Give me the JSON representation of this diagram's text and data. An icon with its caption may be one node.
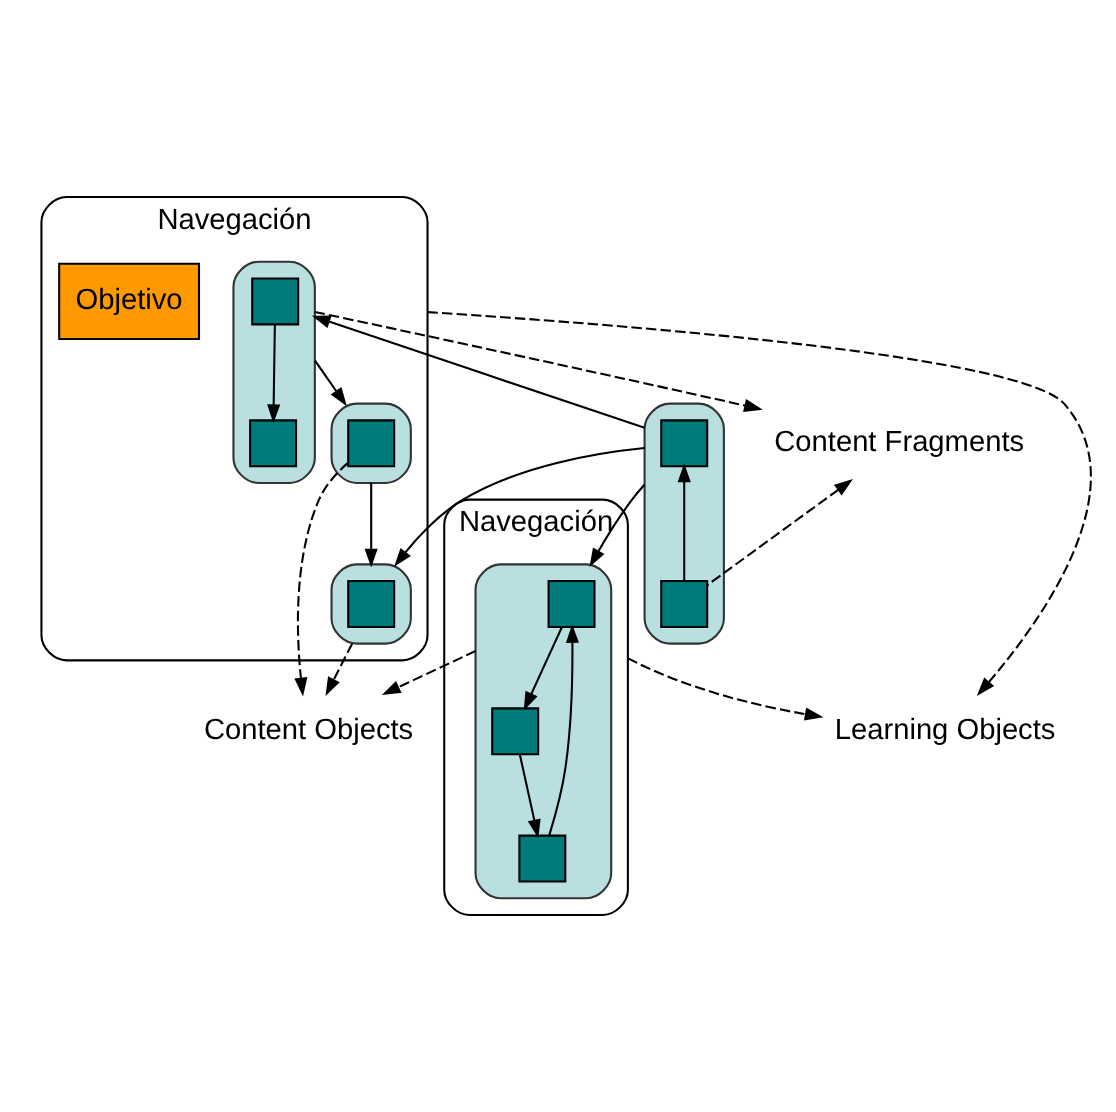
{
  "diagram": {
    "nodes": [
      {
        "text": [
          "Learning Objects"
        ]
      },
      {
        "text": [
          "Content Fragments"
        ]
      },
      {
        "text": [
          "Navegación"
        ]
      },
      {
        "text": [],
        "shape": "octagon",
        "in": 2
      },
      {
        "text": [],
        "shape": "box",
        "in": 3
      },
      {
        "text": [],
        "shape": "box",
        "in": 3
      },
      {
        "text": [
          "Navegación"
        ]
      },
      {
        "text": [],
        "shape": "octagon"
      },
      {
        "text": [],
        "shape": "box",
        "in": 7
      },
      {
        "text": [],
        "shape": "box",
        "in": 7
      },
      {
        "text": [
          "Objetivo"
        ],
        "in": 2
      },
      {
        "text": [],
        "shape": "octagon",
        "in": 2
      },
      {
        "text": [],
        "shape": "box",
        "in": 11
      },
      {
        "text": [],
        "shape": "octagon",
        "in": 2
      },
      {
        "text": [],
        "shape": "box",
        "in": 13
      },
      {
        "text": [],
        "shape": "octagon",
        "in": 6
      },
      {
        "text": [],
        "shape": "box",
        "in": 15
      },
      {
        "text": [],
        "shape": "box",
        "in": 15
      },
      {
        "text": [],
        "shape": "box",
        "in": 15
      },
      {
        "text": [
          "Content Objects"
        ]
      }
    ],
    "edges": [
      {
        "from": 7,
        "to": 3,
        "arrow": "to"
      },
      {
        "from": 3,
        "to": 11,
        "arrow": "to"
      },
      {
        "from": 11,
        "to": 13,
        "arrow": "to"
      },
      {
        "from": 7,
        "to": 13,
        "arrow": "to"
      },
      {
        "from": 7,
        "to": 15,
        "arrow": "to"
      },
      {
        "from": 9,
        "to": 8,
        "arrow": "to"
      },
      {
        "from": 4,
        "to": 5,
        "arrow": "to"
      },
      {
        "from": 18,
        "to": 16,
        "arrow": "to"
      },
      {
        "from": 16,
        "to": 17,
        "arrow": "to"
      },
      {
        "from": 17,
        "to": 18,
        "arrow": "to"
      },
      {
        "from": 3,
        "to": 1,
        "arrow": "to",
        "style": "dashed"
      },
      {
        "from": 6,
        "to": 0,
        "arrow": "to",
        "style": "dashed"
      },
      {
        "from": 2,
        "to": 0,
        "arrow": "to",
        "style": "dashed"
      },
      {
        "from": 9,
        "to": 1,
        "arrow": "to",
        "style": "dashed"
      },
      {
        "from": 12,
        "to": 19,
        "arrow": "to",
        "style": "dashed"
      },
      {
        "from": 13,
        "to": 19,
        "arrow": "to",
        "style": "dashed"
      },
      {
        "from": 15,
        "to": 19,
        "arrow": "to",
        "style": "dashed"
      }
    ]
  }
}
